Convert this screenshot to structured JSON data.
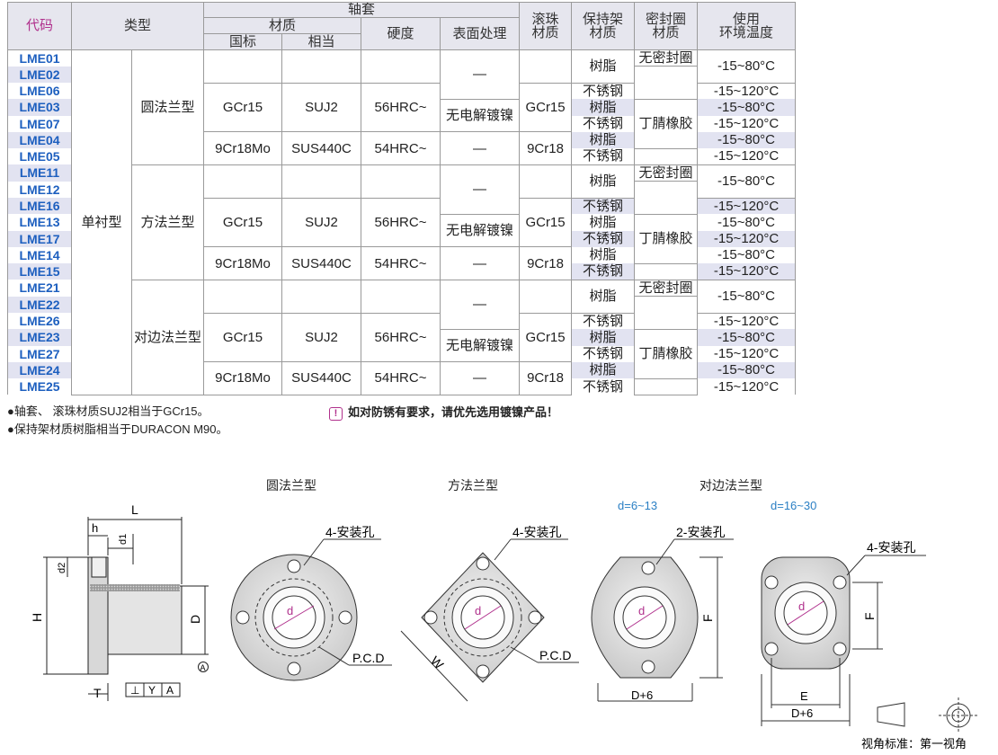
{
  "table": {
    "headers": {
      "code": "代码",
      "type": "类型",
      "sleeve": "轴套",
      "material": "材质",
      "gb": "国标",
      "equiv": "相当",
      "hardness": "硬度",
      "surface": "表面处理",
      "ball1": "滚珠",
      "ball2": "材质",
      "retainer1": "保持架",
      "retainer2": "材质",
      "seal1": "密封圈",
      "seal2": "材质",
      "env1": "使用",
      "env2": "环境温度"
    },
    "codes": [
      "LME01",
      "LME02",
      "LME06",
      "LME03",
      "LME07",
      "LME04",
      "LME05",
      "LME11",
      "LME12",
      "LME16",
      "LME13",
      "LME17",
      "LME14",
      "LME15",
      "LME21",
      "LME22",
      "LME26",
      "LME23",
      "LME27",
      "LME24",
      "LME25"
    ],
    "lining": "单衬型",
    "types": [
      "圆法兰型",
      "方法兰型",
      "对边法兰型"
    ],
    "gcr15": "GCr15",
    "suj2": "SUJ2",
    "hrc56": "56HRC~",
    "cr18mo": "9Cr18Mo",
    "sus440c": "SUS440C",
    "hrc54": "54HRC~",
    "dash": "—",
    "nickel": "无电解镀镍",
    "cr18": "9Cr18",
    "resin": "树脂",
    "stainless": "不锈钢",
    "noseal": "无密封圈",
    "nbr": "丁腈橡胶",
    "t80": "-15~80°C",
    "t120": "-15~120°C"
  },
  "notes": {
    "line1": "●轴套、 滚珠材质SUJ2相当于GCr15。",
    "line2": "●保持架材质树脂相当于DURACON M90。",
    "warn_icon": "!",
    "warning": "如对防锈有要求，请优先选用镀镍产品！"
  },
  "drawing": {
    "titles": {
      "round": "圆法兰型",
      "square": "方法兰型",
      "twoside": "对边法兰型"
    },
    "range_small": "d=6~13",
    "range_large": "d=16~30",
    "holes4": "4-安装孔",
    "holes2": "2-安装孔",
    "pcd": "P.C.D",
    "L": "L",
    "h": "h",
    "d1": "d1",
    "d2": "d2",
    "H": "H",
    "D": "D",
    "T": "T",
    "datum": "A",
    "tolerance": [
      "⊥",
      "Y",
      "A"
    ],
    "d": "d",
    "W": "W",
    "F": "F",
    "E": "E",
    "D6": "D+6",
    "projection": "视角标准：第一视角"
  },
  "colors": {
    "code_text": "#1d5fbf",
    "header_accent": "#b0308c",
    "band": "#e2e3f1",
    "range": "#2a7fc4"
  }
}
